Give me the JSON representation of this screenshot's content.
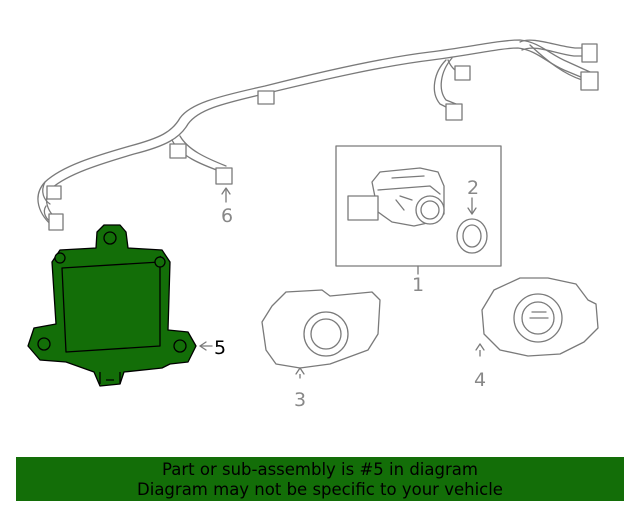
{
  "callouts": {
    "c1": "1",
    "c2": "2",
    "c3": "3",
    "c4": "4",
    "c5": "5",
    "c6": "6"
  },
  "banner": {
    "line1": "Part or sub-assembly is #5 in diagram",
    "line2": "Diagram may not be specific to your vehicle"
  },
  "colors": {
    "highlight": "#136e08",
    "line": "#7a7a7a",
    "callout_text": "#888888",
    "callout_highlight_text": "#000000",
    "background": "#ffffff"
  }
}
